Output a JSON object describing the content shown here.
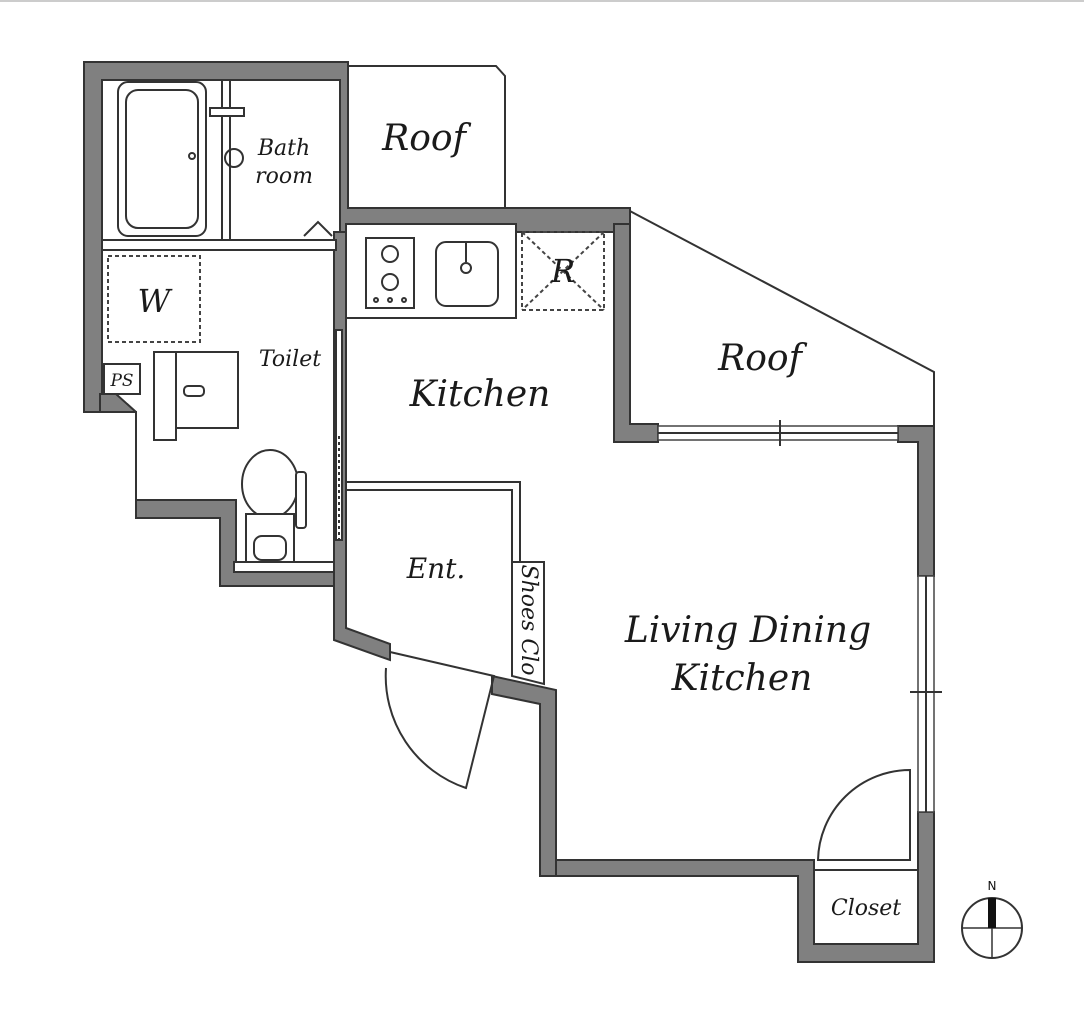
{
  "rooms": {
    "bathroom_line1": "Bath",
    "bathroom_line2": "room",
    "roof_top": "Roof",
    "roof_right": "Roof",
    "washer": "W",
    "refrigerator": "R",
    "toilet": "Toilet",
    "pipe_space": "PS",
    "kitchen": "Kitchen",
    "entrance": "Ent.",
    "shoes_closet": "Shoes Clo",
    "ldk_line1": "Living Dining",
    "ldk_line2": "Kitchen",
    "closet": "Closet"
  },
  "compass": {
    "north": "N"
  },
  "colors": {
    "wall": "#808080",
    "line": "#333333",
    "background": "#ffffff"
  }
}
